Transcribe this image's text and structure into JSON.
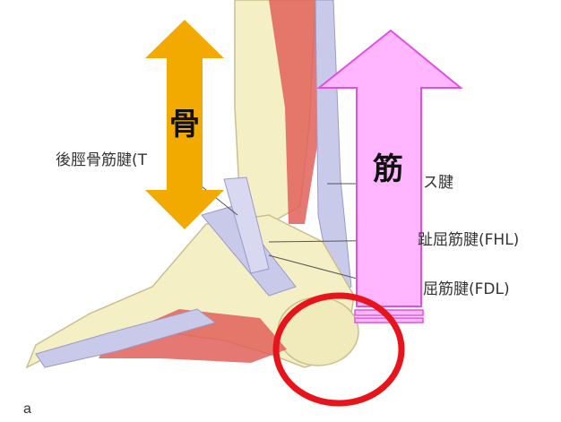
{
  "labels": {
    "tibialis_posterior": "後脛骨筋腱(T",
    "achilles": "ス腱",
    "fhl": "趾屈筋腱(FHL)",
    "fdl": "屈筋腱(FDL)",
    "figure_letter": "a"
  },
  "arrows": {
    "bone": {
      "text": "骨",
      "color": "#f2a900"
    },
    "muscle": {
      "text": "筋",
      "color": "#ffb6ff",
      "stroke": "#e050e0"
    }
  },
  "highlight": {
    "shape": "circle",
    "color": "#e8141b"
  },
  "colors": {
    "bone": "#f4efc4",
    "tendon": "#c9c9ea",
    "muscle": "#e0605a"
  }
}
